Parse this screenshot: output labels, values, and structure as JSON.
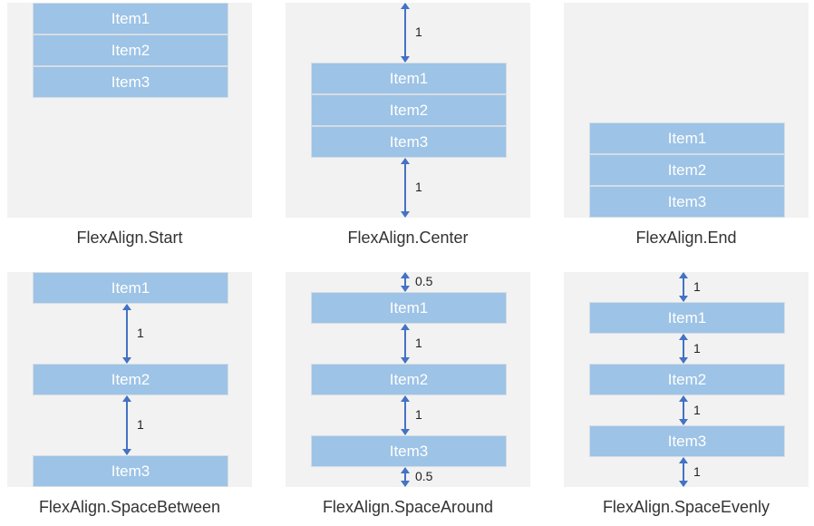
{
  "colors": {
    "panel": "#f2f2f2",
    "item": "#9dc3e6",
    "arrow": "#4472c4"
  },
  "items": [
    "Item1",
    "Item2",
    "Item3"
  ],
  "panels": [
    {
      "caption": "FlexAlign.Start",
      "align": "Start",
      "gaps": [
        null,
        null,
        null,
        null
      ]
    },
    {
      "caption": "FlexAlign.Center",
      "align": "Center",
      "gaps": [
        "1",
        null,
        null,
        "1"
      ]
    },
    {
      "caption": "FlexAlign.End",
      "align": "End",
      "gaps": [
        null,
        null,
        null,
        null
      ]
    },
    {
      "caption": "FlexAlign.SpaceBetween",
      "align": "SpaceBetween",
      "gaps": [
        null,
        "1",
        "1",
        null
      ]
    },
    {
      "caption": "FlexAlign.SpaceAround",
      "align": "SpaceAround",
      "gaps": [
        "0.5",
        "1",
        "1",
        "0.5"
      ]
    },
    {
      "caption": "FlexAlign.SpaceEvenly",
      "align": "SpaceEvenly",
      "gaps": [
        "1",
        "1",
        "1",
        "1"
      ]
    }
  ]
}
